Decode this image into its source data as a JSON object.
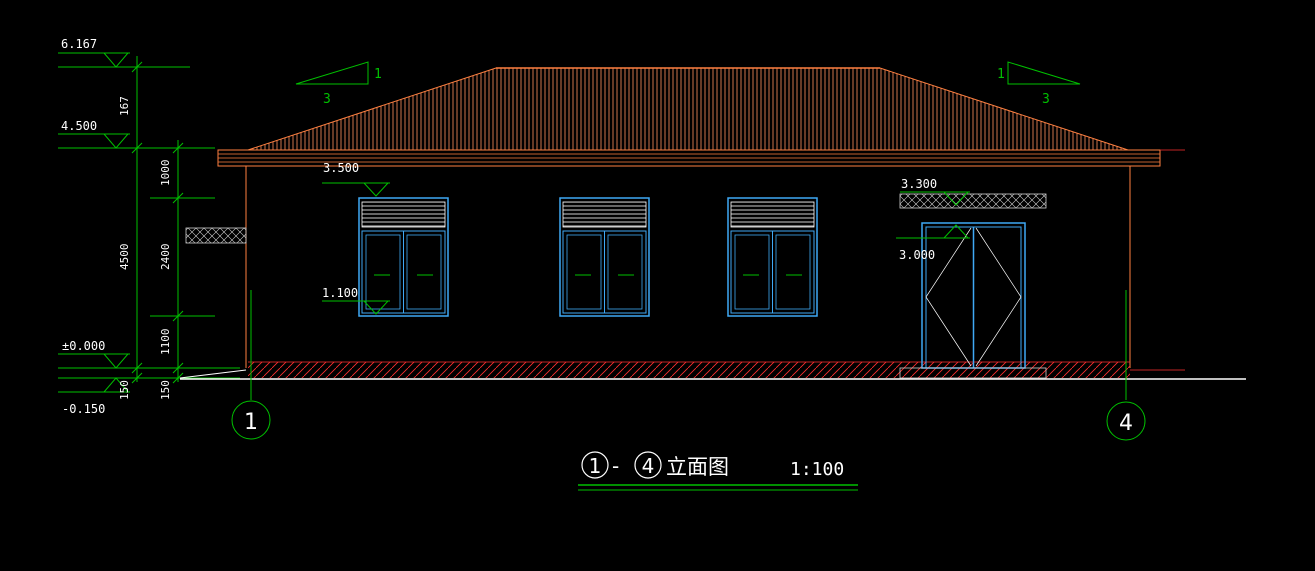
{
  "elevations": {
    "roof_top": "6.167",
    "eave": "4.500",
    "ground": "±0.000",
    "outdoor": "-0.150"
  },
  "dimensions": {
    "d_167": "167",
    "d_1000": "1000",
    "d_4500": "4500",
    "d_2400": "2400",
    "d_1100": "1100",
    "d_150_a": "150",
    "d_150_b": "150"
  },
  "window_marks": {
    "top": "3.500",
    "sill": "1.100"
  },
  "door_marks": {
    "canopy": "3.300",
    "head": "3.000"
  },
  "slope_left": {
    "rise": "1",
    "run": "3"
  },
  "slope_right": {
    "rise": "1",
    "run": "3"
  },
  "axes": {
    "left": "1",
    "right": "4"
  },
  "title": {
    "axis_from": "1",
    "dash": "-",
    "axis_to": "4",
    "name": "立面图",
    "scale": "1:100"
  },
  "colors": {
    "background": "#000000",
    "dimension": "#00c000",
    "roof": "#ff8040",
    "wall": "#ff8040",
    "window": "#3fa9f5",
    "text": "#ffffff",
    "hatch": "#ff3030"
  }
}
